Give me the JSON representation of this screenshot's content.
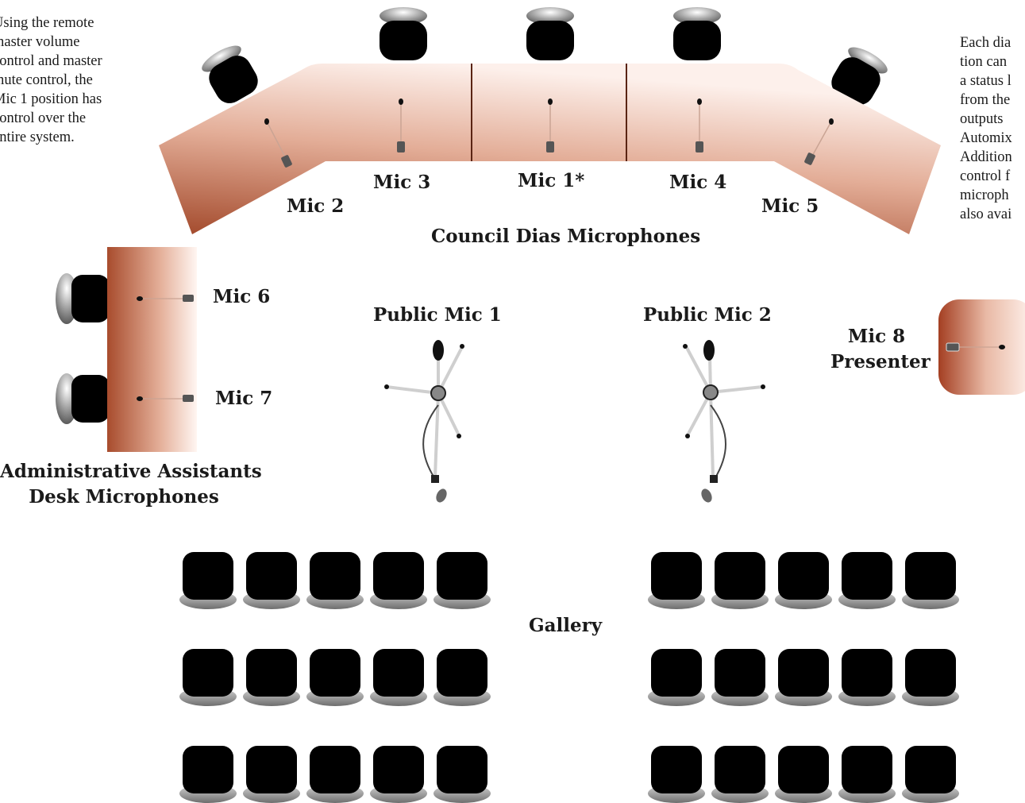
{
  "notes": {
    "left": "Using the remote\nmaster volume\ncontrol and master\nmute control, the\nMic 1 position has\ncontrol over the\nentire system.",
    "right": "Each dia\ntion can \na status l\nfrom the\noutputs \nAutomix\nAddition\ncontrol f\nmicroph\nalso avai"
  },
  "dias": {
    "mics": [
      "Mic 2",
      "Mic 3",
      "Mic 1*",
      "Mic 4",
      "Mic 5"
    ],
    "title": "Council Dias Microphones"
  },
  "admin_desk": {
    "mics": [
      "Mic 6",
      "Mic 7"
    ],
    "title_line1": "Administrative Assistants",
    "title_line2": "Desk Microphones"
  },
  "public": {
    "mic1": "Public Mic 1",
    "mic2": "Public Mic 2"
  },
  "presenter": {
    "line1": "Mic 8",
    "line2": "Presenter"
  },
  "gallery": {
    "label": "Gallery",
    "rows": 3,
    "seats_per_block": 5,
    "blocks": 2
  },
  "colors": {
    "wood_dark": "#a34a2c",
    "wood_light": "#fbe8e2",
    "chair": "#000000"
  }
}
